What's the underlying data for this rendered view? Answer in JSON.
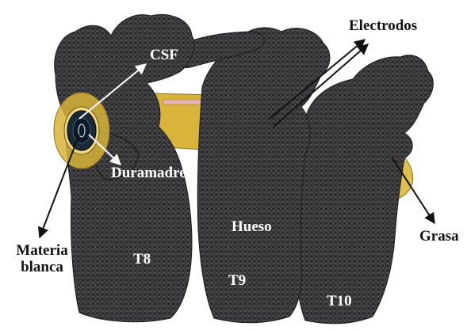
{
  "labels": {
    "csf": "CSF",
    "electrodos": "Electrodos",
    "duramadre": "Duramadre",
    "hueso": "Hueso",
    "grasa": "Grasa",
    "materia_line1": "Materia",
    "materia_line2": "blanca",
    "t8": "T8",
    "t9": "T9",
    "t10": "T10"
  },
  "colors": {
    "bone_fill": "#2c2c2e",
    "mesh": "#6e6e72",
    "fat": "#d8b43a",
    "fat_light": "#efd67a",
    "electrode": "#e7b6a8",
    "white_matter": "#0d1a26",
    "background": "#ffffff"
  }
}
